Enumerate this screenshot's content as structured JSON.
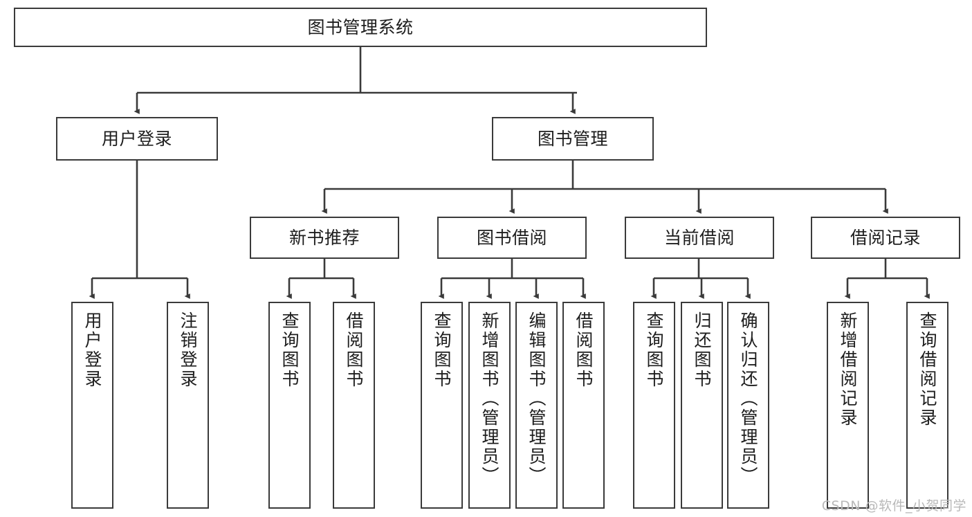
{
  "diagram": {
    "title": "图书管理系统",
    "watermark": "CSDN @软件_小贺同学",
    "colors": {
      "box_border": "#3a3a3a",
      "connector": "#3a3a3a",
      "text": "#1d1d1d",
      "background": "#ffffff",
      "watermark": "#b9b9b9"
    },
    "nodes": {
      "root": {
        "label": "图书管理系统"
      },
      "level2": [
        {
          "label": "用户登录"
        },
        {
          "label": "图书管理"
        }
      ],
      "level3": [
        {
          "label": "新书推荐"
        },
        {
          "label": "图书借阅"
        },
        {
          "label": "当前借阅"
        },
        {
          "label": "借阅记录"
        }
      ],
      "leaves": [
        {
          "label": "用户登录",
          "parent": "用户登录"
        },
        {
          "label": "注销登录",
          "parent": "用户登录"
        },
        {
          "label": "查询图书",
          "parent": "新书推荐"
        },
        {
          "label": "借阅图书",
          "parent": "新书推荐"
        },
        {
          "label": "查询图书",
          "parent": "图书借阅"
        },
        {
          "label": "新增图书（管理员）",
          "parent": "图书借阅"
        },
        {
          "label": "编辑图书（管理员）",
          "parent": "图书借阅"
        },
        {
          "label": "借阅图书",
          "parent": "图书借阅"
        },
        {
          "label": "查询图书",
          "parent": "当前借阅"
        },
        {
          "label": "归还图书",
          "parent": "当前借阅"
        },
        {
          "label": "确认归还（管理员）",
          "parent": "当前借阅"
        },
        {
          "label": "新增借阅记录",
          "parent": "借阅记录"
        },
        {
          "label": "查询借阅记录",
          "parent": "借阅记录"
        }
      ]
    }
  }
}
